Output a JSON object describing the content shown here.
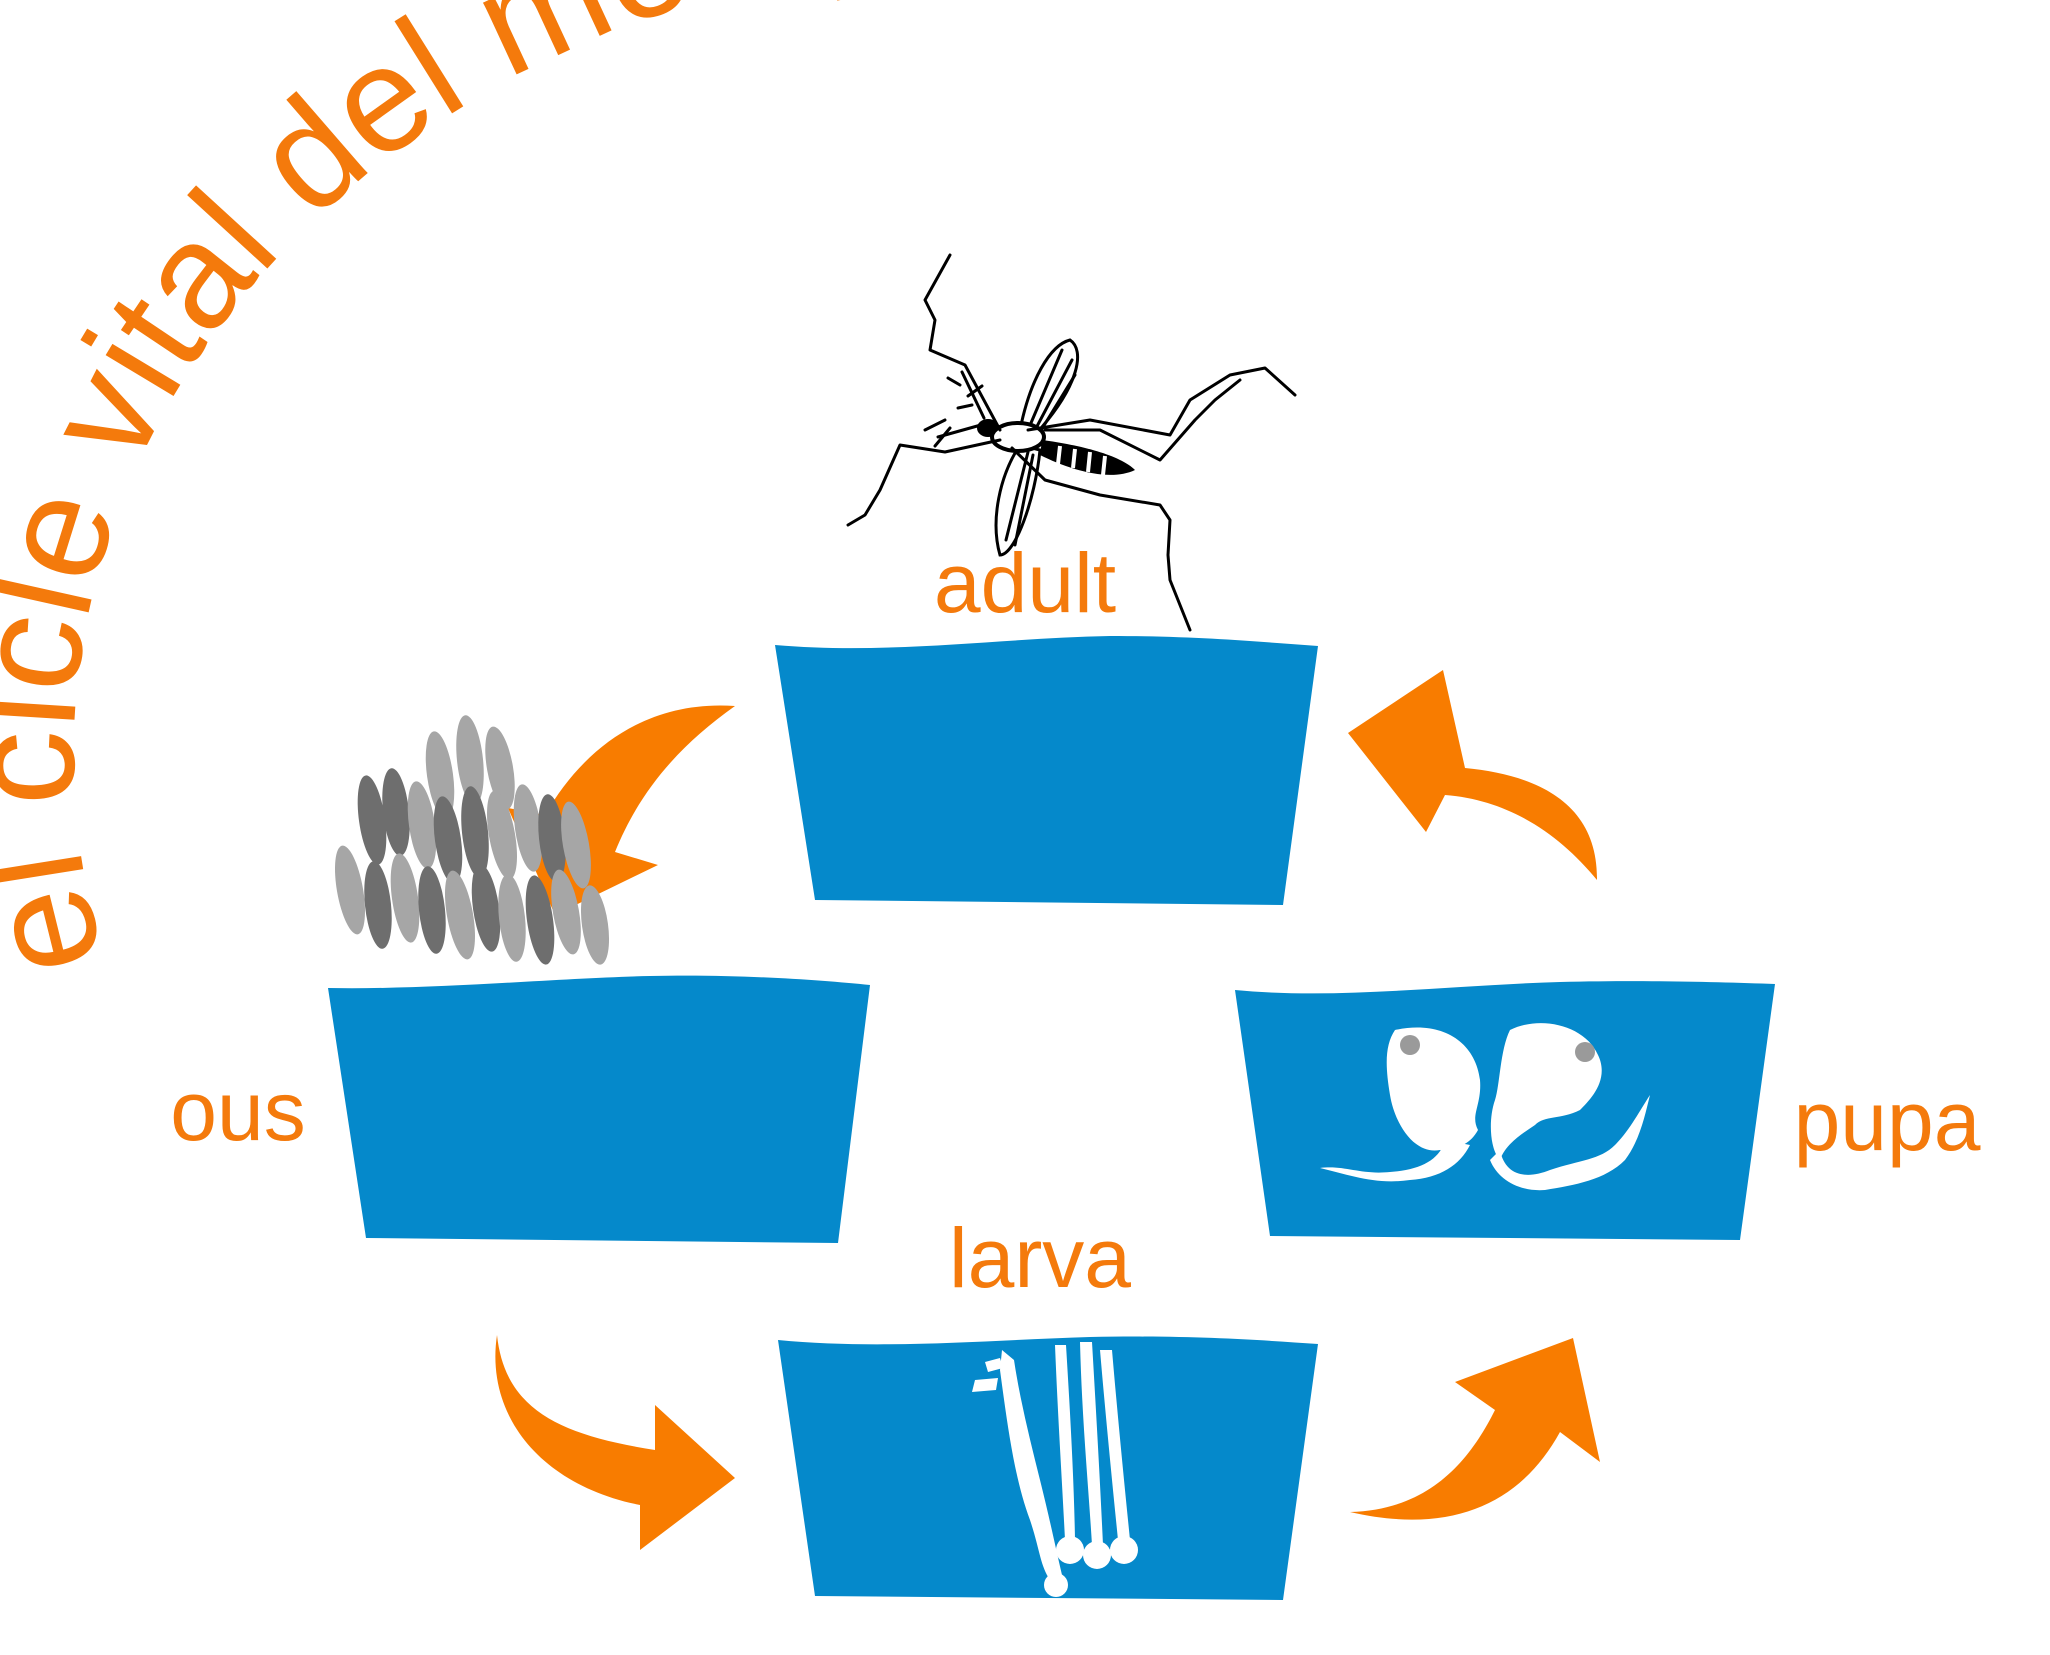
{
  "title": "el cicle vital del mosquit tigre",
  "stages": {
    "adult": "adult",
    "eggs": "ous",
    "larva": "larva",
    "pupa": "pupa"
  },
  "colors": {
    "title": "#f47a0c",
    "water": "#0589cb",
    "arrow": "#f87c00",
    "egg_dark": "#6e6e6e",
    "egg_light": "#a6a6a6",
    "pupa_eye": "#9a9a9a"
  },
  "icons": {
    "adult": "mosquito-icon",
    "eggs": "eggs-icon",
    "larva": "larvae-icon",
    "pupa": "pupae-icon"
  }
}
